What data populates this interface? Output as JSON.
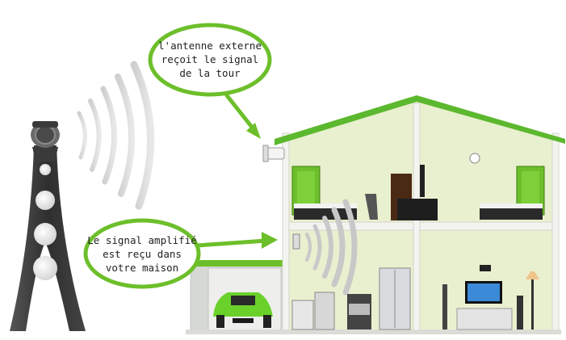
{
  "callouts": {
    "top": {
      "lines": [
        "l'antenne externe",
        "reçoit le signal",
        "de la tour"
      ]
    },
    "bottom": {
      "lines": [
        "Le signal amplifié",
        "est reçu dans",
        "votre maison"
      ]
    }
  },
  "colors": {
    "accent_green": "#6cbf2a",
    "roof_green": "#5cb82e",
    "wall_fill": "#e9f0cf",
    "garage_fill": "#d6d8d4",
    "tower_dark": "#3b3b3b",
    "car_green": "#6ad12a"
  },
  "icons": [
    "cell-tower-icon",
    "signal-waves-icon",
    "antenna-icon",
    "repeater-icon",
    "car-icon",
    "tv-icon"
  ]
}
